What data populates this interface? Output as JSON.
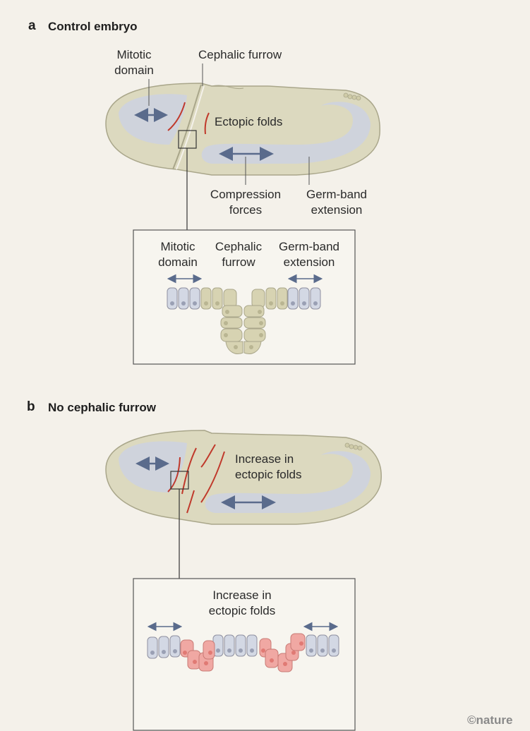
{
  "panel_a": {
    "letter": "a",
    "title": "Control embryo",
    "labels": {
      "mitotic_domain": [
        "Mitotic",
        "domain"
      ],
      "cephalic_furrow": "Cephalic furrow",
      "ectopic_folds": "Ectopic folds",
      "compression_forces": [
        "Compression",
        "forces"
      ],
      "germ_band_extension": [
        "Germ-band",
        "extension"
      ]
    },
    "inset": {
      "mitotic_domain": [
        "Mitotic",
        "domain"
      ],
      "cephalic_furrow": [
        "Cephalic",
        "furrow"
      ],
      "germ_band_extension": [
        "Germ-band",
        "extension"
      ]
    }
  },
  "panel_b": {
    "letter": "b",
    "title": "No cephalic furrow",
    "labels": {
      "increase_ectopic_folds": [
        "Increase in",
        "ectopic folds"
      ]
    },
    "inset": {
      "increase_ectopic_folds": [
        "Increase in",
        "ectopic folds"
      ]
    }
  },
  "colors": {
    "background": "#f4f1ea",
    "embryo_fill": "#dcd9bf",
    "embryo_outline": "#a9a68a",
    "domain_blue": "#cfd3dc",
    "arrow_blue": "#5a6b8c",
    "fold_red": "#c0392b",
    "cell_olive": "#d7d3b2",
    "cell_blue": "#d3d8e4",
    "cell_pink": "#f0a8a3"
  },
  "credit": "©nature"
}
